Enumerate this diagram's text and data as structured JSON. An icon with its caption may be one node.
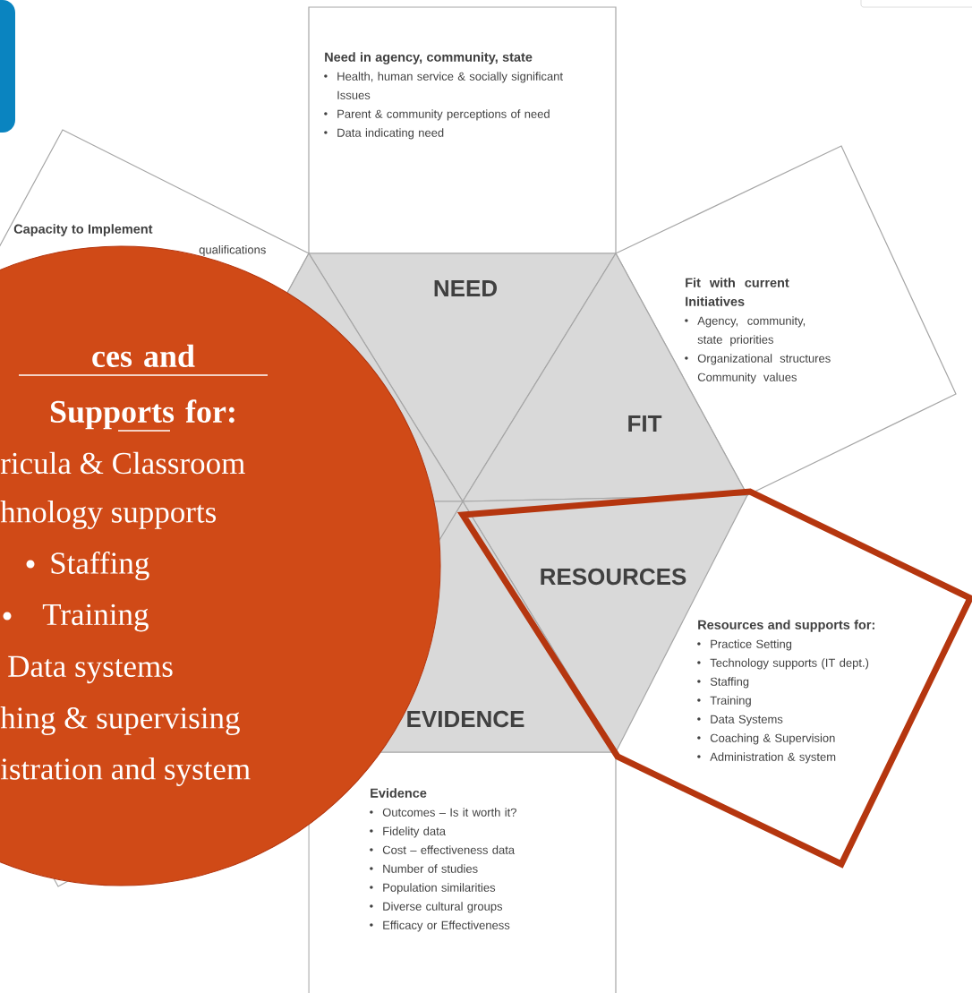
{
  "diagram": {
    "nodes": [
      {
        "text": [
          "Need in agency, community, state",
          "Health, human service & socially significant Issues",
          "Parent & community perceptions of need",
          "Data indicating need"
        ]
      },
      {
        "text": [
          "Capacity to Implement",
          "qualifications"
        ]
      },
      {
        "text": [
          "NEED"
        ]
      },
      {
        "text": [],
        "shape": "triangle"
      },
      {
        "text": [
          "Fit with current Initiatives",
          "Agency, community, state priorities",
          "Organizational structures Community values"
        ]
      },
      {
        "text": [
          "FIT"
        ]
      },
      {
        "text": [],
        "shape": "triangle"
      },
      {
        "text": [
          "RESOURCES"
        ]
      },
      {
        "text": [
          "ces and Supports for:",
          "ricula & Classroom",
          "hnology supports",
          "Staffing",
          "Training",
          "Data systems",
          "hing & supervising",
          "istration and system"
        ]
      },
      {
        "text": [
          "Resources and supports for:",
          "Practice Setting",
          "Technology supports (IT dept.)",
          "Staffing",
          "Training",
          "Data Systems",
          "Coaching & Supervision",
          "Administration & system"
        ]
      },
      {
        "text": [
          "EVIDENCE"
        ]
      },
      {
        "text": [],
        "shape": "box"
      },
      {
        "text": [
          "Evidence",
          "Outcomes – Is it worth it?",
          "Fidelity data",
          "Cost – effectiveness data",
          "Number of studies",
          "Population similarities",
          "Diverse cultural groups",
          "Efficacy or Effectiveness"
        ]
      }
    ]
  }
}
